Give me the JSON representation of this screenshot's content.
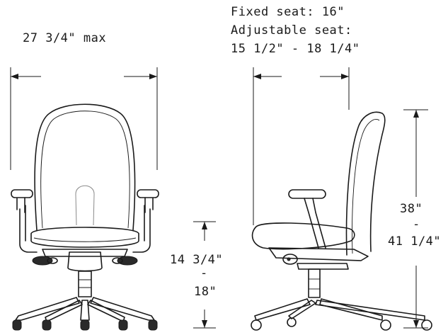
{
  "labels": {
    "overall_width": "27 3/4\" max",
    "seat_depth_line1": "Fixed seat: 16\"",
    "seat_depth_line2": "Adjustable seat:",
    "seat_depth_line3": "15 1/2\" - 18 1/4\"",
    "seat_height_min": "14 3/4\"",
    "seat_height_dash": "-",
    "seat_height_max": "18\"",
    "overall_height_min": "38\"",
    "overall_height_dash": "-",
    "overall_height_max": "41 1/4\""
  }
}
